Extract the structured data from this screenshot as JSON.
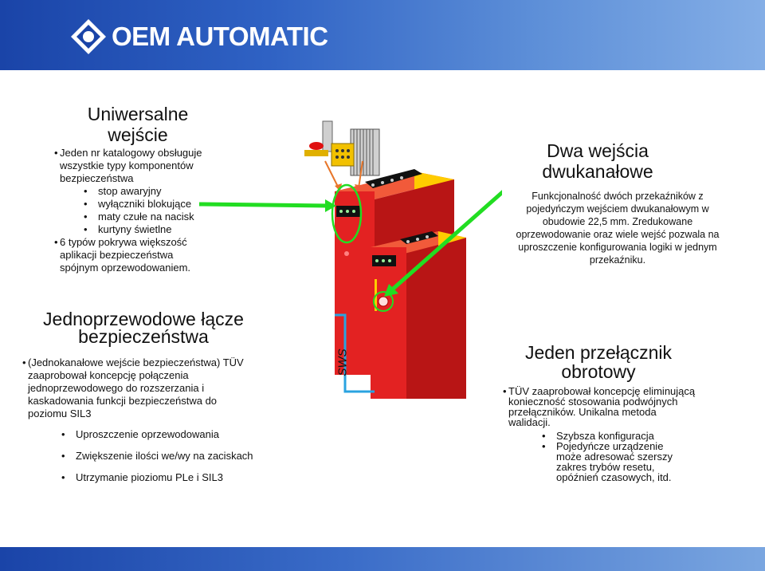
{
  "logo": {
    "text": "OEM AUTOMATIC"
  },
  "block_universal": {
    "title_line1": "Uniwersalne",
    "title_line2": "wejście",
    "bullet1": "Jeden nr katalogowy obsługuje wszystkie typy komponentów bezpieczeństwa",
    "sub_items": [
      "stop awaryjny",
      "wyłączniki blokujące",
      "maty czułe na nacisk",
      "kurtyny świetlne"
    ],
    "bullet2": "6 typów pokrywa większość aplikacji bezpieczeństwa spójnym oprzewodowaniem."
  },
  "block_dual": {
    "title_line1": "Dwa wejścia",
    "title_line2": "dwukanałowe",
    "para1": "Funkcjonalność dwóch przekaźników z pojedyńczym wejściem dwukanałowym w obudowie 22,5 mm.",
    "para2": "Zredukowane oprzewodowanie oraz wiele wejść pozwala na uproszczenie konfigurowania logiki w jednym przekaźniku."
  },
  "block_link": {
    "title_line1": "Jednoprzewodowe łącze",
    "title_line2": "bezpieczeństwa",
    "bullet": "(Jednokanałowe wejście bezpieczeństwa) TÜV zaaprobował koncepcję połączenia jednoprzewodowego do rozszerzania i kaskadowania funkcji bezpieczeństwa do poziomu SIL3",
    "sub_items": [
      "Uproszczenie oprzewodowania",
      "Zwiększenie ilości we/wy na zaciskach",
      "Utrzymanie pioziomu PLe i SIL3"
    ]
  },
  "block_switch": {
    "title_line1": "Jeden przełącznik",
    "title_line2": "obrotowy",
    "bullet": "TÜV zaaprobował koncepcję eliminującą konieczność stosowania podwójnych przełączników. Unikalna metoda walidacji.",
    "sub_items": [
      "Szybsza konfiguracja",
      "Pojedyńcze urządzenie może adresować szerszy zakres trybów resetu, opóźnień czasowych, itd."
    ]
  },
  "diagram": {
    "sws_label": "SWS"
  },
  "colors": {
    "relay_red": "#d81f1f",
    "arrow_green": "#22dd22",
    "link_blue": "#2aa3e0",
    "header_blue": "#1a44a8"
  }
}
